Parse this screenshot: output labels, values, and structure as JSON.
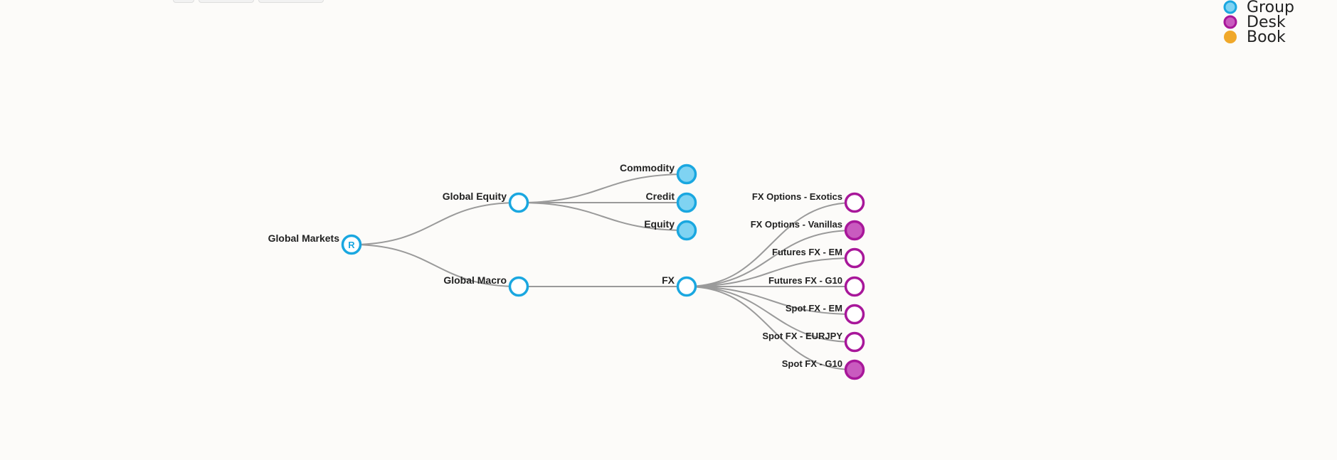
{
  "colors": {
    "group": "#1aa7e0",
    "group_fill": "#7fd3f2",
    "desk": "#a8179a",
    "desk_fill": "#c95bbf",
    "book": "#f0a82a",
    "link": "#9a9a9a",
    "background": "#fcfbf9"
  },
  "legend": [
    {
      "label": "Group",
      "type": "group"
    },
    {
      "label": "Desk",
      "type": "desk"
    },
    {
      "label": "Book",
      "type": "book"
    }
  ],
  "tree": {
    "root": {
      "id": "global-markets",
      "label": "Global Markets",
      "marker": "R",
      "type": "group",
      "filled": false
    },
    "nodes": [
      {
        "id": "global-equity",
        "label": "Global Equity",
        "type": "group",
        "filled": false,
        "parent": "global-markets"
      },
      {
        "id": "global-macro",
        "label": "Global Macro",
        "type": "group",
        "filled": false,
        "parent": "global-markets"
      },
      {
        "id": "commodity",
        "label": "Commodity",
        "type": "group",
        "filled": true,
        "parent": "global-equity"
      },
      {
        "id": "credit",
        "label": "Credit",
        "type": "group",
        "filled": true,
        "parent": "global-equity"
      },
      {
        "id": "equity",
        "label": "Equity",
        "type": "group",
        "filled": true,
        "parent": "global-equity"
      },
      {
        "id": "fx",
        "label": "FX",
        "type": "group",
        "filled": false,
        "parent": "global-macro"
      },
      {
        "id": "fx-options-exotics",
        "label": "FX Options - Exotics",
        "type": "desk",
        "filled": false,
        "parent": "fx"
      },
      {
        "id": "fx-options-vanillas",
        "label": "FX Options - Vanillas",
        "type": "desk",
        "filled": true,
        "parent": "fx"
      },
      {
        "id": "futures-fx-em",
        "label": "Futures FX - EM",
        "type": "desk",
        "filled": false,
        "parent": "fx"
      },
      {
        "id": "futures-fx-g10",
        "label": "Futures FX - G10",
        "type": "desk",
        "filled": false,
        "parent": "fx"
      },
      {
        "id": "spot-fx-em",
        "label": "Spot FX - EM",
        "type": "desk",
        "filled": false,
        "parent": "fx"
      },
      {
        "id": "spot-fx-eurjpy",
        "label": "Spot FX - EURJPY",
        "type": "desk",
        "filled": false,
        "parent": "fx"
      },
      {
        "id": "spot-fx-g10",
        "label": "Spot FX - G10",
        "type": "desk",
        "filled": true,
        "parent": "fx"
      }
    ]
  }
}
